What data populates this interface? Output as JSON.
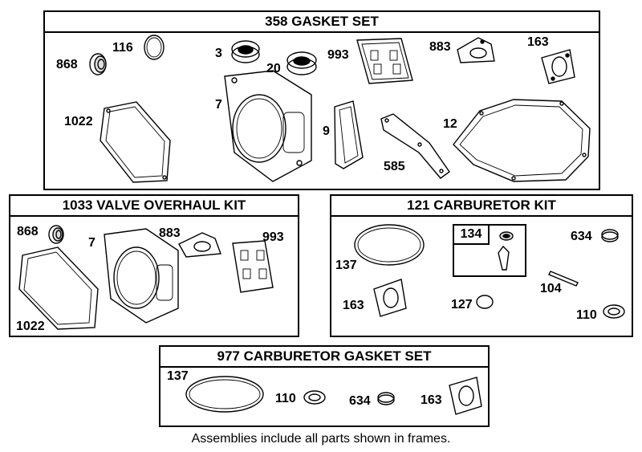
{
  "frames": {
    "gasket_set": {
      "title": "358 GASKET SET",
      "labels": {
        "p116": "116",
        "p868": "868",
        "p3": "3",
        "p20": "20",
        "p993": "993",
        "p883": "883",
        "p163": "163",
        "p7": "7",
        "p1022": "1022",
        "p9": "9",
        "p585": "585",
        "p12": "12"
      }
    },
    "valve_kit": {
      "title": "1033 VALVE OVERHAUL KIT",
      "labels": {
        "p868": "868",
        "p7": "7",
        "p883": "883",
        "p993": "993",
        "p1022": "1022"
      }
    },
    "carb_kit": {
      "title": "121 CARBURETOR KIT",
      "sub_title": "134",
      "labels": {
        "p634": "634",
        "p137": "137",
        "p104": "104",
        "p163": "163",
        "p127": "127",
        "p110": "110"
      }
    },
    "carb_gasket": {
      "title": "977 CARBURETOR  GASKET SET",
      "labels": {
        "p137": "137",
        "p110": "110",
        "p634": "634",
        "p163": "163"
      }
    }
  },
  "footnote": "Assemblies include all parts shown in frames."
}
